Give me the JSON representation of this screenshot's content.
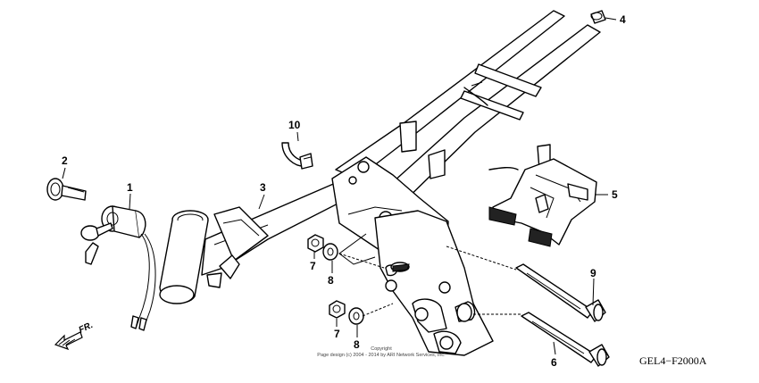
{
  "diagram": {
    "code": "GEL4−F2000A",
    "copyright_line1": "Copyright",
    "copyright_line2": "Page design (c) 2004 - 2014 by ARI Network Services, Inc.",
    "direction_label": "FR.",
    "callouts": [
      {
        "id": "1",
        "label": "1"
      },
      {
        "id": "2",
        "label": "2"
      },
      {
        "id": "3",
        "label": "3"
      },
      {
        "id": "4",
        "label": "4"
      },
      {
        "id": "5",
        "label": "5"
      },
      {
        "id": "6",
        "label": "6"
      },
      {
        "id": "7a",
        "label": "7"
      },
      {
        "id": "7b",
        "label": "7"
      },
      {
        "id": "8a",
        "label": "8"
      },
      {
        "id": "8b",
        "label": "8"
      },
      {
        "id": "9",
        "label": "9"
      },
      {
        "id": "10",
        "label": "10"
      }
    ]
  }
}
